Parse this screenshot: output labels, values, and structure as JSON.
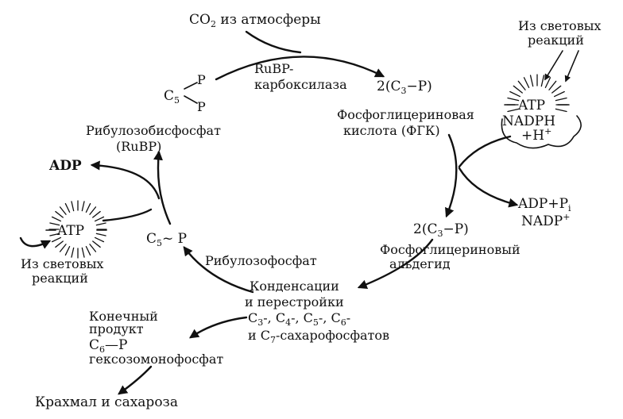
{
  "labels": {
    "co2": "CO",
    "co2_sub": "2",
    "co2_rest": " из атмосферы",
    "rubp_carb_1": "RuBP-",
    "rubp_carb_2": "карбоксилаза",
    "c5_main": "C",
    "c5_sub": "5",
    "p": "P",
    "c3p_top": "2(C",
    "c3p_top_sub": "3",
    "c3p_top_rest": "−P)",
    "pga_1": "Фосфоглицериновая",
    "pga_2": "кислота (ФГК)",
    "rubp_1": "Рибулозобисфосфат",
    "rubp_2": "(RuBP)",
    "adp_left": "ADP",
    "atp": "ATP",
    "from_light_left_1": "Из световых",
    "from_light_left_2": "реакций",
    "c5p_main": "C",
    "c5p_sub": "5",
    "c5p_rest": "~ P",
    "ribulose_phosphate": "Рибулозофосфат",
    "from_light_right_1": "Из световых",
    "from_light_right_2": "реакций",
    "nadph_1": "NADPH",
    "nadph_2": "+H",
    "nadph_2_sup": "+",
    "adp_pi": "ADP+P",
    "adp_pi_sub": "i",
    "nadp": "NADP",
    "nadp_sup": "+",
    "c3p_mid": "2(C",
    "c3p_mid_sub": "3",
    "c3p_mid_rest": "−P)",
    "pgald_1": "Фосфоглицериновый",
    "pgald_2": "альдегид",
    "cond_1": "Конденсации",
    "cond_2": "и перестройки",
    "cond_3": "C",
    "cond_3a": "3",
    "cond_3b": "-, C",
    "cond_3c": "4",
    "cond_3d": "-, C",
    "cond_3e": "5",
    "cond_3f": "-, C",
    "cond_3g": "6",
    "cond_3h": "-",
    "cond_4": "и C",
    "cond_4a": "7",
    "cond_4b": "-сахарофосфатов",
    "final_1": "Конечный",
    "final_2": "продукт",
    "final_3": "C",
    "final_3a": "6",
    "final_3b": "—P",
    "final_4": "гексозомонофосфат",
    "starch": "Крахмал и сахароза"
  }
}
